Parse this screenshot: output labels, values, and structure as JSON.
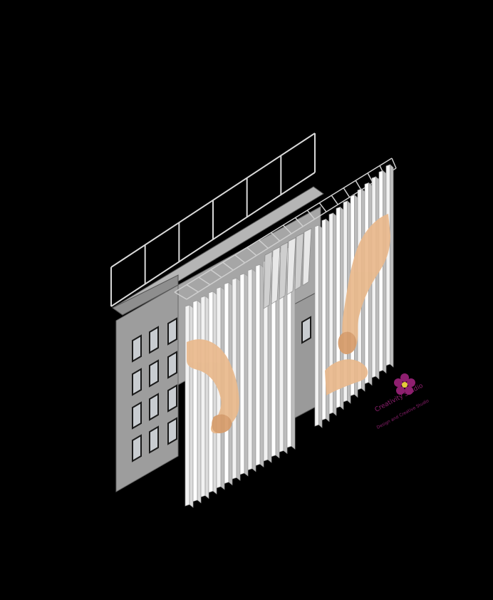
{
  "colors": {
    "background": "#000000",
    "concrete_light": "#a9a9a9",
    "concrete_dark": "#8a8a8a",
    "window_frame": "#1a1a1a",
    "window_glass": "#c8ccd0",
    "railing": "#d9d9d9",
    "fin_light": "#ffffff",
    "fin_shadow": "#bdbdbd",
    "hand": "#e9b98c",
    "hand_shade": "#d79c6a",
    "logo_petal": "#8e1f6f",
    "logo_center": "#e3c93a"
  },
  "illustration": {
    "subject": "isometric-building-with-kinetic-fin-facade",
    "motif": "reaching-hands"
  },
  "watermark": {
    "brand": "Creativity Studio",
    "tagline": "Design and Creative Studio"
  }
}
